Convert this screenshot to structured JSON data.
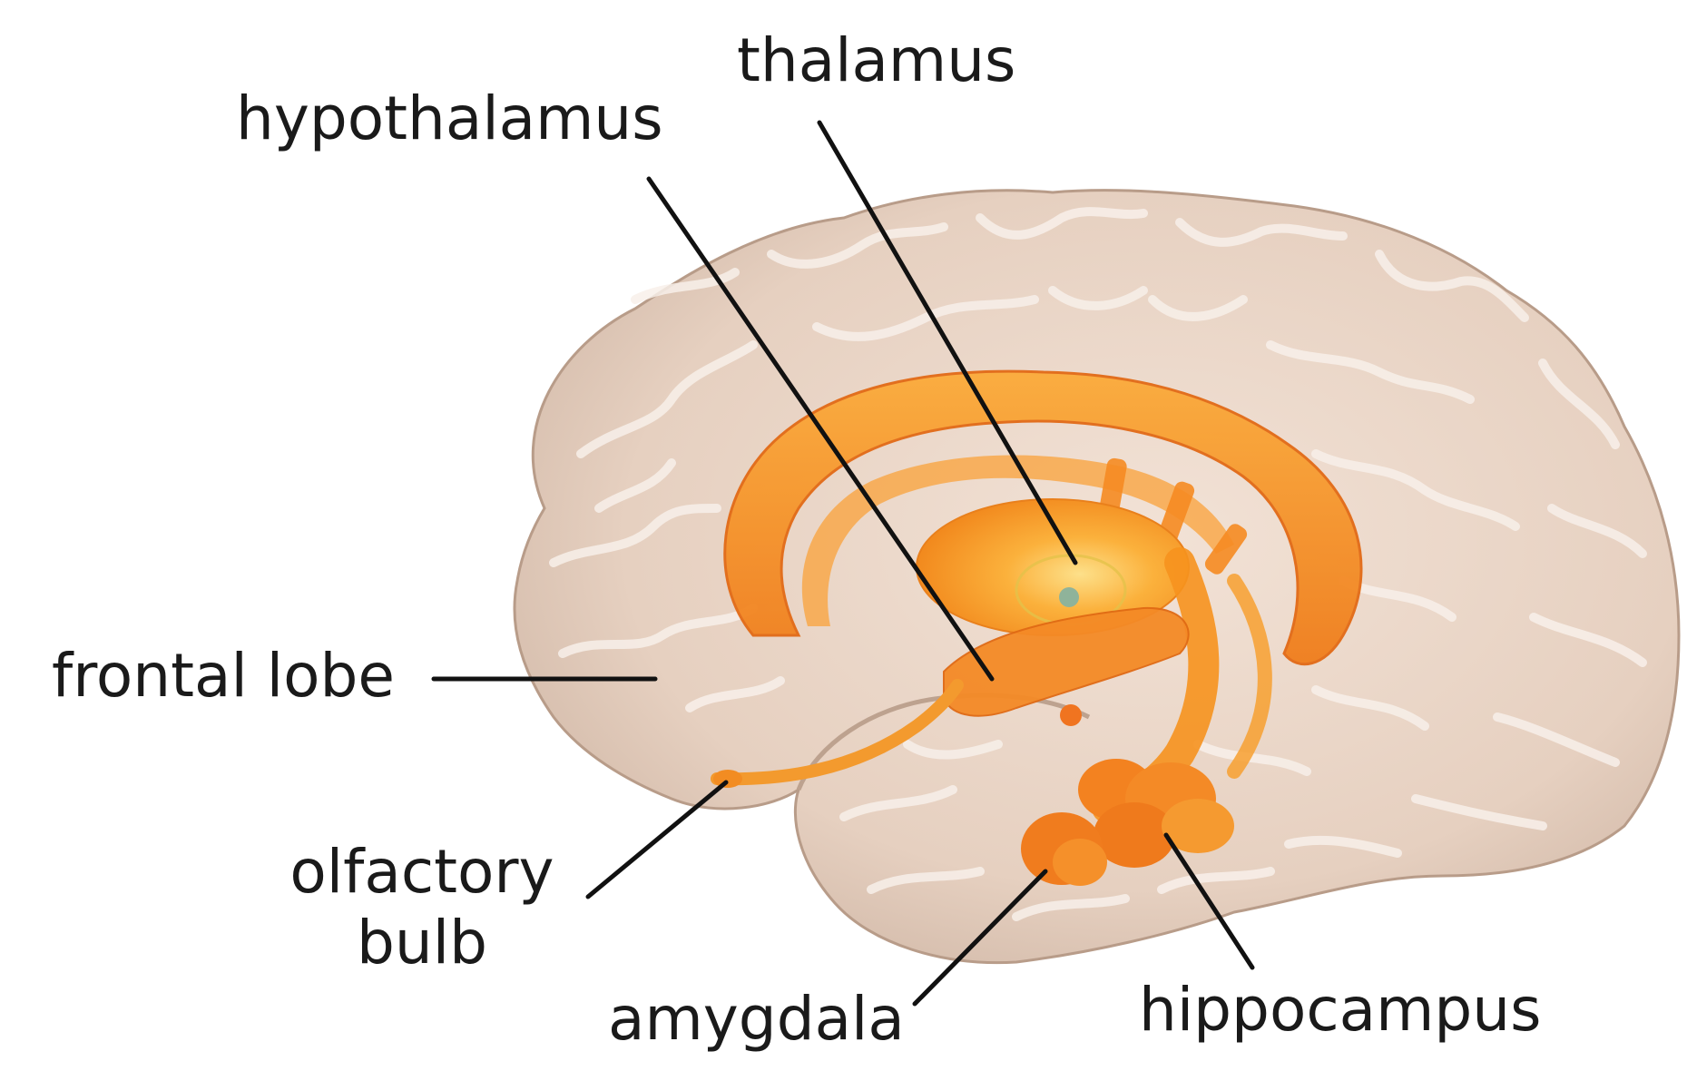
{
  "labels": {
    "thalamus": "thalamus",
    "hypothalamus": "hypothalamus",
    "frontal_lobe": "frontal lobe",
    "olfactory_line1": "olfactory",
    "olfactory_line2": "bulb",
    "amygdala": "amygdala",
    "hippocampus": "hippocampus"
  },
  "colors": {
    "brain_fill": "#ead7c8",
    "brain_shadow": "#cdb3a3",
    "sulci": "#f7efe8",
    "limbic_orange": "#f7931e",
    "limbic_light": "#fbb040",
    "limbic_dark": "#e8701a",
    "leader_line": "#111111"
  }
}
